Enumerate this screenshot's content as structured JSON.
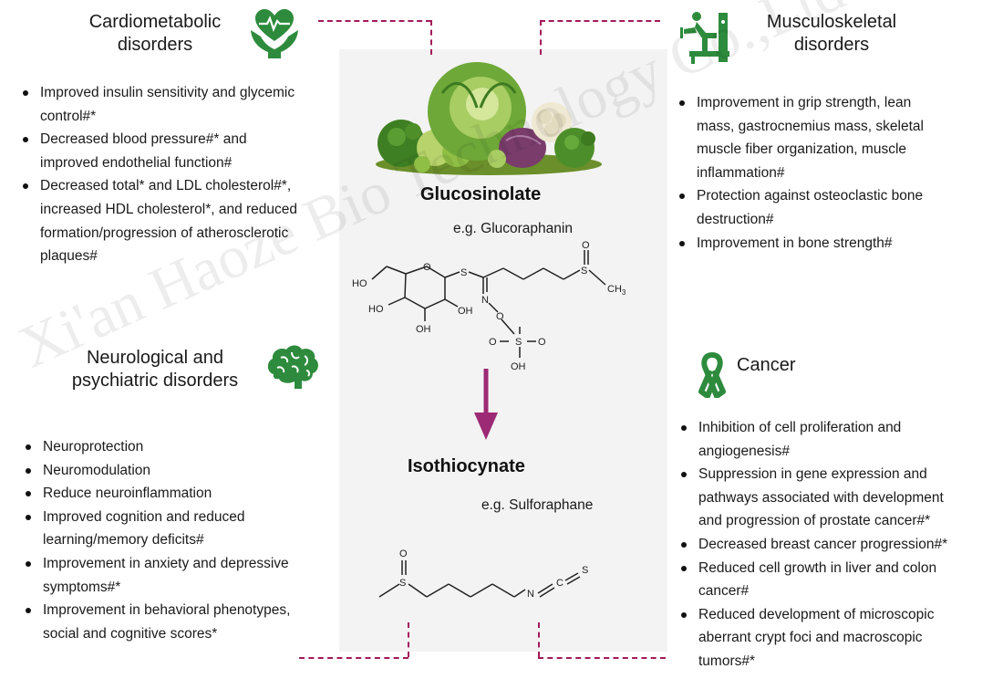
{
  "sections": {
    "cardio": {
      "title_lines": [
        "Cardiometabolic",
        "disorders"
      ],
      "icon": "heart-hands-icon",
      "items": [
        [
          "Improved insulin sensitivity and glycemic",
          "control#*"
        ],
        [
          "Decreased blood pressure#* and",
          "improved endothelial function#"
        ],
        [
          "Decreased total* and LDL cholesterol#*,",
          "increased HDL cholesterol*, and reduced",
          "formation/progression of atherosclerotic",
          "plaques#"
        ]
      ]
    },
    "musculo": {
      "title_lines": [
        "Musculoskeletal",
        "disorders"
      ],
      "icon": "exercise-machine-icon",
      "items": [
        [
          "Improvement in grip strength, lean",
          "mass, gastrocnemius mass, skeletal",
          "muscle fiber organization, muscle",
          "inflammation#"
        ],
        [
          "Protection against osteoclastic bone",
          "destruction#"
        ],
        [
          "Improvement in bone strength#"
        ]
      ]
    },
    "neuro": {
      "title_lines": [
        "Neurological and",
        "psychiatric disorders"
      ],
      "icon": "brain-icon",
      "items": [
        [
          "Neuroprotection"
        ],
        [
          "Neuromodulation"
        ],
        [
          "Reduce neuroinflammation"
        ],
        [
          "Improved cognition and reduced",
          "learning/memory deficits#"
        ],
        [
          "Improvement in anxiety and depressive",
          "symptoms#*"
        ],
        [
          "Improvement in behavioral phenotypes,",
          "social and cognitive scores*"
        ]
      ]
    },
    "cancer": {
      "title_lines": [
        "Cancer"
      ],
      "icon": "awareness-ribbon-icon",
      "items": [
        [
          "Inhibition of cell proliferation and",
          "angiogenesis#"
        ],
        [
          "Suppression in gene expression and",
          "pathways associated with development",
          "and progression of prostate cancer#*"
        ],
        [
          "Decreased breast cancer progression#*"
        ],
        [
          "Reduced cell growth in liver and colon",
          "cancer#"
        ],
        [
          "Reduced development of microscopic",
          "aberrant crypt foci and macroscopic",
          "tumors#*"
        ]
      ]
    }
  },
  "center": {
    "compound1": "Glucosinolate",
    "example1": "e.g. Glucoraphanin",
    "compound2": "Isothiocynate",
    "example2": "e.g. Sulforaphane",
    "molecule1_atoms": {
      "ho1": "HO",
      "ho2": "HO",
      "oh1": "OH",
      "oh2": "OH",
      "o_ring": "O",
      "s1": "S",
      "n1": "N",
      "o1": "O",
      "s2": "S",
      "o2": "O",
      "o3": "O",
      "oh3": "OH",
      "s_sulfinyl": "S",
      "o_sulfinyl": "O",
      "ch3": "CH",
      "ch3_sub": "3"
    },
    "molecule2_atoms": {
      "o": "O",
      "s": "S",
      "n": "N",
      "c": "C",
      "s2": "S"
    },
    "food_image": "cruciferous-vegetables-illustration"
  },
  "watermark": "Xi'an Haoze Bio Technology Co.,Ltd",
  "colors": {
    "accent_green": "#2e8b3d",
    "dash_magenta": "#a3195b",
    "arrow": "#9c2a74",
    "panel": "#f3f3f3"
  }
}
